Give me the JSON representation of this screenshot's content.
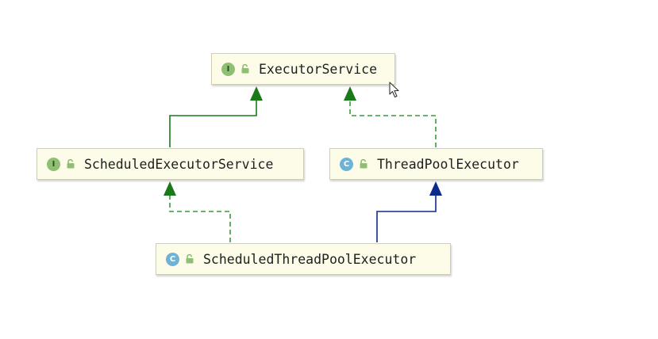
{
  "nodes": {
    "executor_service": {
      "name": "ExecutorService",
      "kind": "I"
    },
    "scheduled_executor_service": {
      "name": "ScheduledExecutorService",
      "kind": "I"
    },
    "thread_pool_executor": {
      "name": "ThreadPoolExecutor",
      "kind": "C"
    },
    "scheduled_thread_pool_executor": {
      "name": "ScheduledThreadPoolExecutor",
      "kind": "C"
    }
  },
  "colors": {
    "extends_interface": "#1a7a1a",
    "implements_interface": "#3a9a3a",
    "extends_class": "#0b2c8c"
  },
  "icons": {
    "visibility": "lock-open-icon",
    "pointer": "mouse-pointer-icon"
  }
}
